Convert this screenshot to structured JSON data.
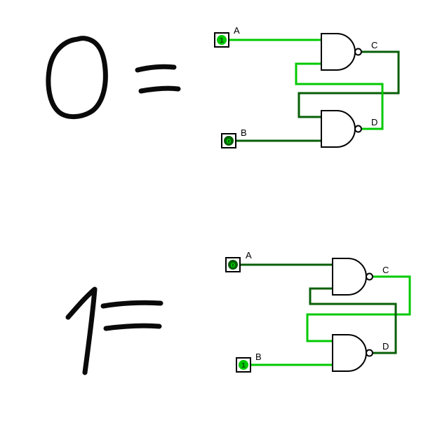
{
  "colors": {
    "high": "#00ca00",
    "low": "#075f07",
    "ink": "#000000"
  },
  "annotations": [
    {
      "text": "0 =",
      "meaning": "handwritten label for top circuit"
    },
    {
      "text": "1 =",
      "meaning": "handwritten label for bottom circuit"
    }
  ],
  "circuits": [
    {
      "name": "nand-sr-latch-top",
      "inputs": [
        {
          "label": "A",
          "value": "1",
          "state": "high"
        },
        {
          "label": "B",
          "value": "0",
          "state": "low"
        }
      ],
      "outputs": [
        {
          "label": "C",
          "state": "low"
        },
        {
          "label": "D",
          "state": "high"
        }
      ]
    },
    {
      "name": "nand-sr-latch-bottom",
      "inputs": [
        {
          "label": "A",
          "value": "0",
          "state": "low"
        },
        {
          "label": "B",
          "value": "1",
          "state": "high"
        }
      ],
      "outputs": [
        {
          "label": "C",
          "state": "high"
        },
        {
          "label": "D",
          "state": "low"
        }
      ]
    }
  ]
}
